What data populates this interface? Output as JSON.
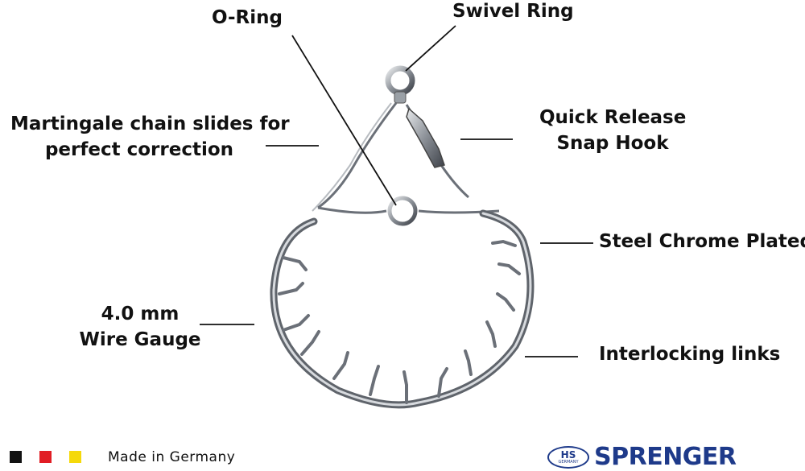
{
  "labels": {
    "o_ring": "O-Ring",
    "swivel_ring": "Swivel Ring",
    "martingale_line1": "Martingale chain slides for",
    "martingale_line2": "perfect correction",
    "quick_release_line1": "Quick Release",
    "quick_release_line2": "Snap Hook",
    "steel_chrome": "Steel Chrome Plated",
    "wire_gauge_line1": "4.0 mm",
    "wire_gauge_line2": "Wire Gauge",
    "interlocking": "Interlocking links"
  },
  "footer": {
    "flag_colors": [
      "#111111",
      "#e11d24",
      "#f5d90a"
    ],
    "made_in": "Made in Germany",
    "logo_badge": "HS",
    "logo_badge_sub": "GERMANY",
    "brand": "SPRENGER"
  },
  "colors": {
    "brand": "#1e3a8a",
    "metal": "#8a8f96"
  }
}
